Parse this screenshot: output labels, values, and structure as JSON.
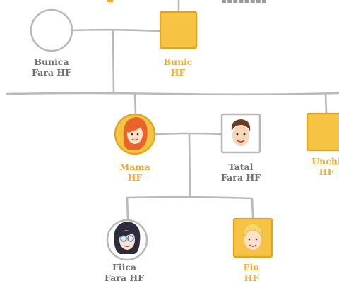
{
  "colors": {
    "affected": "#f6c343",
    "affected_border": "#e9a91e",
    "affected_text": "#f1ac2c",
    "unaffected_text": "#6f6f6f",
    "line": "#b9b9b9"
  },
  "people": [
    {
      "id": "bunica",
      "name": "Bunica",
      "status": "Fara HF",
      "sex": "female",
      "affected": false,
      "avatar": "none"
    },
    {
      "id": "bunic",
      "name": "Bunic",
      "status": "HF",
      "sex": "male",
      "affected": true,
      "avatar": "none"
    },
    {
      "id": "mama",
      "name": "Mama",
      "status": "HF",
      "sex": "female",
      "affected": true,
      "avatar": "woman-red-hair-icon"
    },
    {
      "id": "tatal",
      "name": "Tatal",
      "status": "Fara HF",
      "sex": "male",
      "affected": false,
      "avatar": "man-brown-hair-icon"
    },
    {
      "id": "unchi",
      "name": "Unchi",
      "status": "HF",
      "sex": "male",
      "affected": true,
      "avatar": "none"
    },
    {
      "id": "fiica",
      "name": "Fiica",
      "status": "Fara HF",
      "sex": "female",
      "affected": false,
      "avatar": "girl-glasses-icon"
    },
    {
      "id": "fiu",
      "name": "Fiu",
      "status": "HF",
      "sex": "male",
      "affected": true,
      "avatar": "boy-blonde-icon"
    }
  ]
}
